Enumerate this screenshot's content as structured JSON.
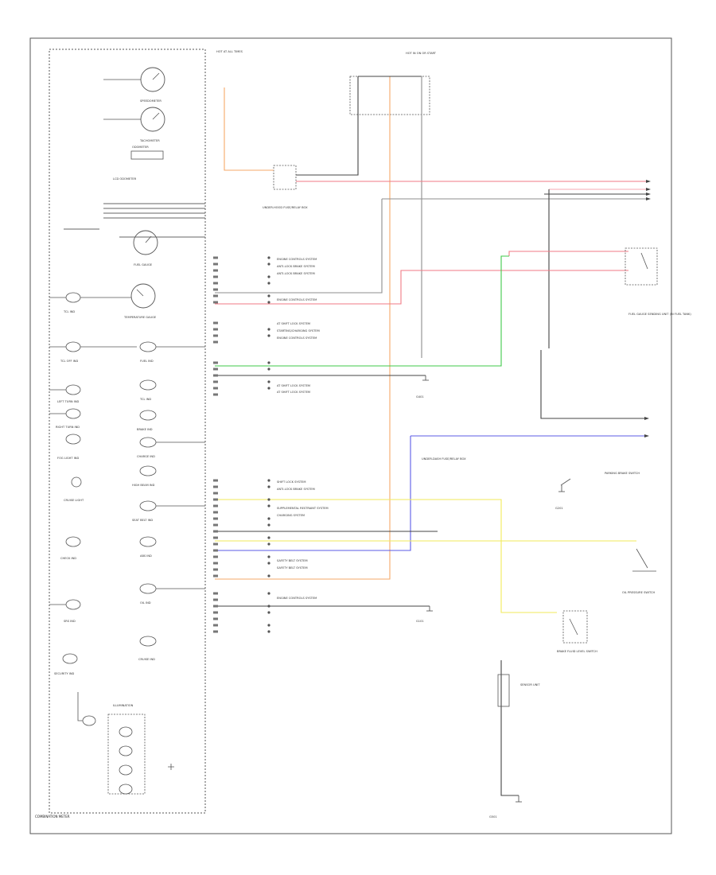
{
  "diagram": {
    "cluster_label": "COMBINATION METER",
    "gauges": [
      {
        "label": "SPEEDOMETER"
      },
      {
        "label": "TACHOMETER"
      },
      {
        "label": "ODOMETER"
      },
      {
        "label": "LCD ODOMETER"
      },
      {
        "label": "FUEL GAUGE"
      },
      {
        "label": "TEMPERATURE GAUGE"
      }
    ],
    "indicators_left": [
      {
        "label": "TCL IND"
      },
      {
        "label": "TCL OFF IND"
      },
      {
        "label": "LEFT TURN IND"
      },
      {
        "label": "RIGHT TURN IND"
      },
      {
        "label": "FOG LIGHT IND"
      },
      {
        "label": "CRUISE LIGHT"
      },
      {
        "label": "CHECK IND"
      },
      {
        "label": "SRS IND"
      },
      {
        "label": "SECURITY IND"
      }
    ],
    "indicators_right": [
      {
        "label": "FUEL IND"
      },
      {
        "label": "TCL IND"
      },
      {
        "label": "BRAKE IND"
      },
      {
        "label": "CHARGE IND"
      },
      {
        "label": "HIGH BEAM IND"
      },
      {
        "label": "SEAT BELT IND"
      },
      {
        "label": "ABS IND"
      },
      {
        "label": "OIL IND"
      },
      {
        "label": "CRUISE IND"
      }
    ],
    "illumination_label": "ILLUMINATION",
    "top_labels": [
      {
        "text": "HOT AT ALL TIMES"
      },
      {
        "text": "HOT IN ON OR START"
      },
      {
        "text": "UNDER-HOOD FUSE/RELAY BOX"
      },
      {
        "text": "UNDER-DASH FUSE/RELAY BOX"
      }
    ],
    "system_refs": [
      "ENGINE CONTROLS SYSTEM",
      "ANTI-LOCK BRAKE SYSTEM",
      "ANTI-LOCK BRAKE SYSTEM",
      "ENGINE CONTROLS SYSTEM",
      "AT SHIFT LOCK SYSTEM",
      "STARTING/CHARGING SYSTEM",
      "ENGINE CONTROLS SYSTEM",
      "AT SHIFT LOCK SYSTEM",
      "AT SHIFT LOCK SYSTEM",
      "SHIFT LOCK SYSTEM",
      "ANTI-LOCK BRAKE SYSTEM",
      "SUPPLEMENTAL RESTRAINT SYSTEM",
      "CHARGING SYSTEM",
      "SAFETY BELT SYSTEM",
      "SAFETY BELT SYSTEM",
      "ENGINE CONTROLS SYSTEM"
    ],
    "right_components": [
      {
        "text": "FUEL GAUGE SENDING UNIT (IN FUEL TANK)"
      },
      {
        "text": "PARKING BRAKE SWITCH"
      },
      {
        "text": "OIL PRESSURE SWITCH"
      },
      {
        "text": "BRAKE FLUID LEVEL SWITCH"
      },
      {
        "text": "SENSOR UNIT"
      },
      {
        "text": "G401"
      },
      {
        "text": "G101"
      },
      {
        "text": "G201"
      },
      {
        "text": "G501"
      }
    ],
    "wire_colors": {
      "orange": "#f5a868",
      "red": "#f07a84",
      "pink": "#f5a7b0",
      "green": "#3fc94a",
      "yellow": "#f2ea5a",
      "blue": "#5b5be6",
      "gray": "#8e8e8e",
      "dark": "#444444"
    }
  }
}
